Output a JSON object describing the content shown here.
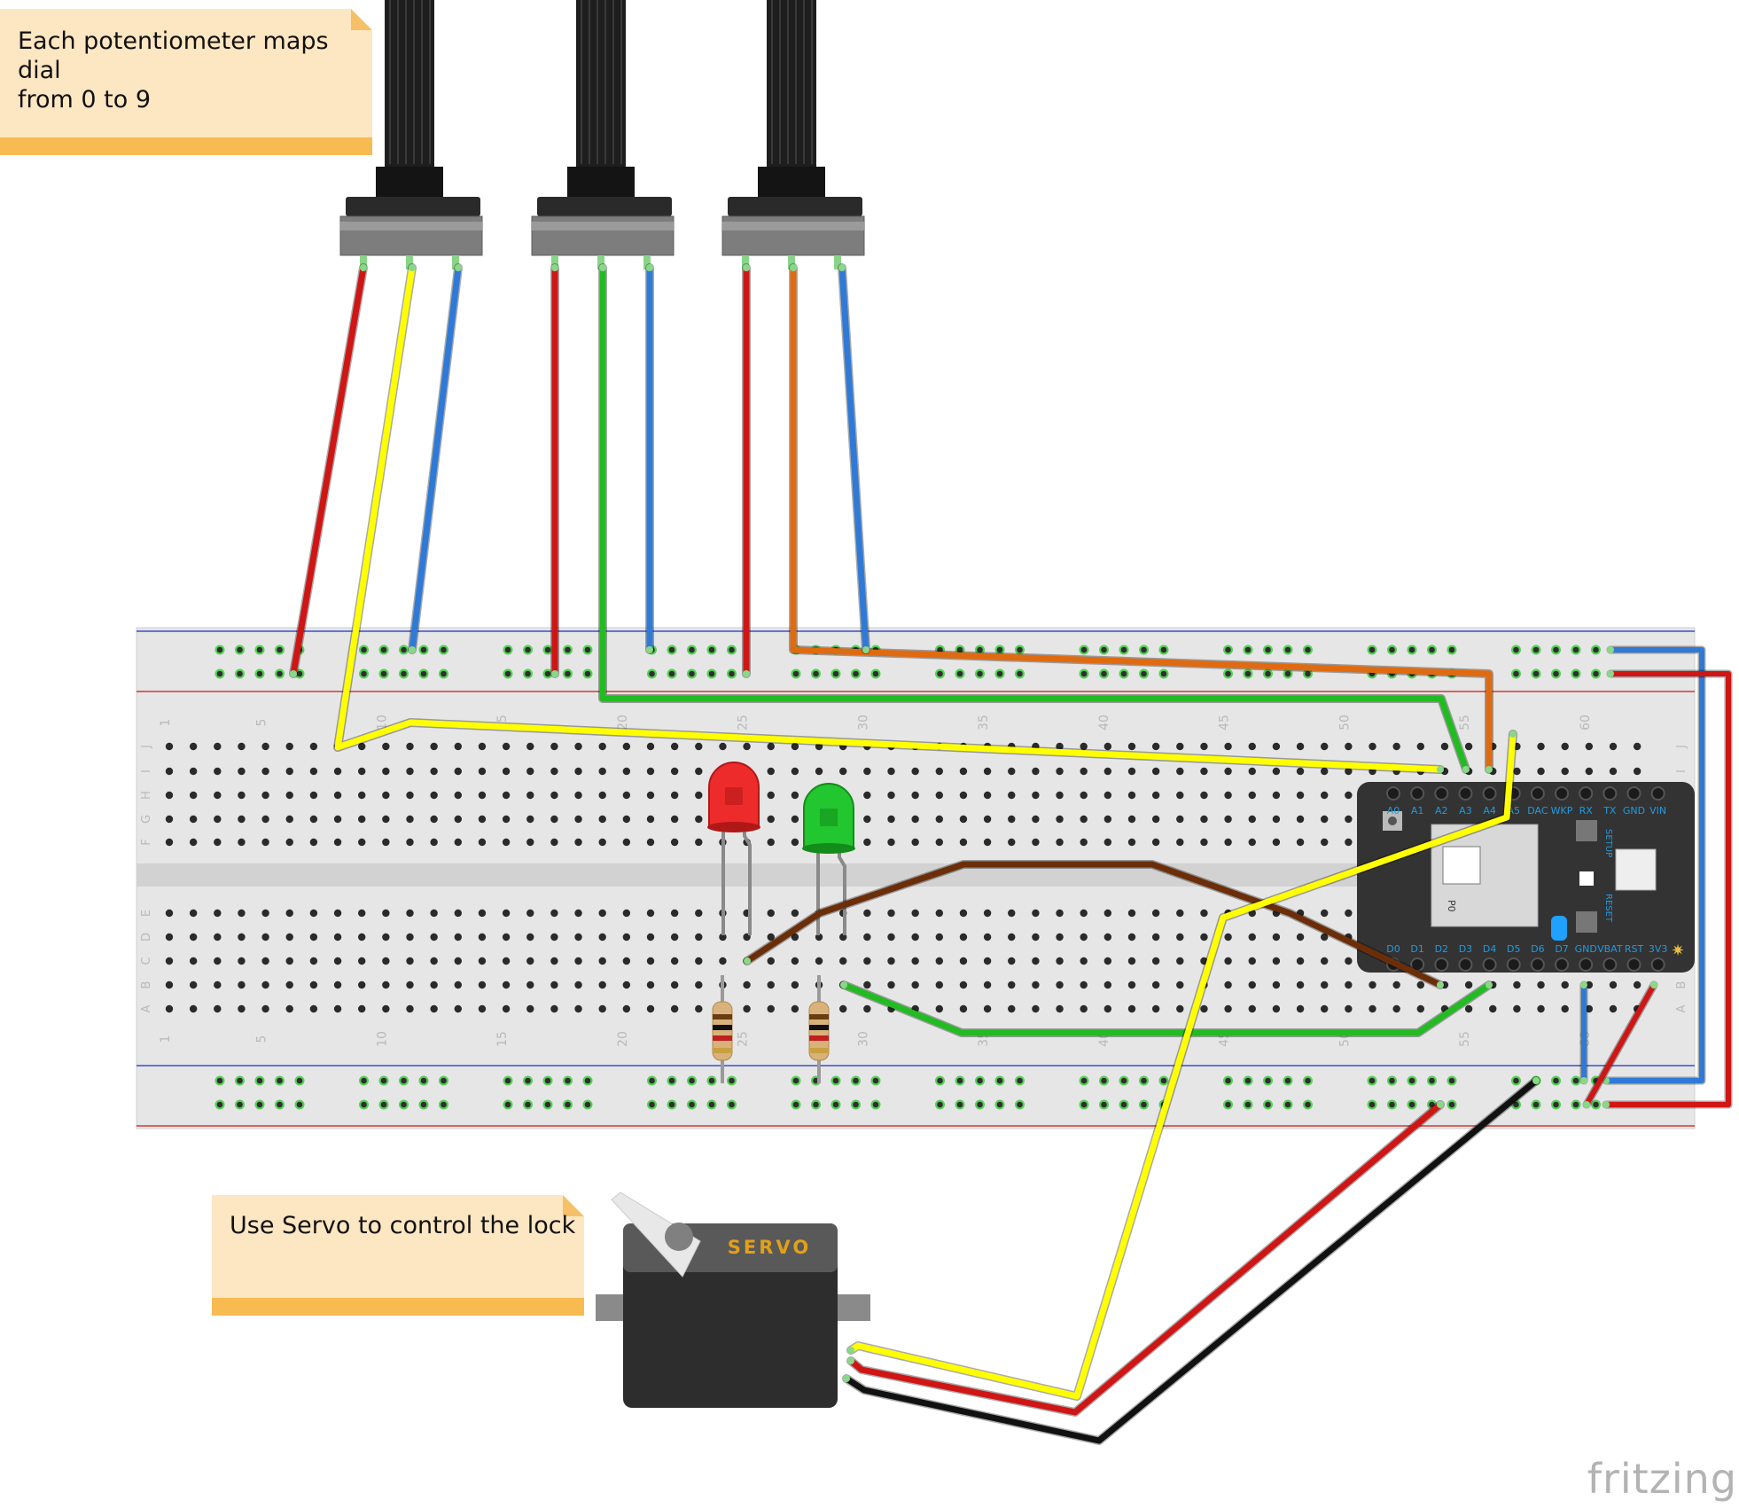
{
  "notes": {
    "potentiometer": "Each potentiometer maps dial\nfrom 0 to 9",
    "servo": "Use Servo to control the lock"
  },
  "breadboard": {
    "row_letters_top": [
      "J",
      "I",
      "H",
      "G",
      "F"
    ],
    "row_letters_bottom": [
      "E",
      "D",
      "C",
      "B",
      "A"
    ],
    "column_numbers": [
      "1",
      "5",
      "10",
      "15",
      "20",
      "25",
      "30",
      "35",
      "40",
      "45",
      "50",
      "55",
      "60"
    ]
  },
  "microcontroller": {
    "top_pins": [
      "A0",
      "A1",
      "A2",
      "A3",
      "A4",
      "A5",
      "DAC",
      "WKP",
      "RX",
      "TX",
      "GND",
      "VIN"
    ],
    "bottom_pins": [
      "D0",
      "D1",
      "D2",
      "D3",
      "D4",
      "D5",
      "D6",
      "D7",
      "GND",
      "VBAT",
      "RST",
      "3V3"
    ],
    "module_label": "P0",
    "button_labels": [
      "SETUP",
      "RESET"
    ]
  },
  "servo": {
    "label": "SERVO"
  },
  "brand": "fritzing",
  "colors": {
    "red": "#d01515",
    "yellow": "#ffff00",
    "blue": "#2f7ad6",
    "green": "#22bb22",
    "orange": "#e06a10",
    "brown": "#6b2e08",
    "black": "#111111",
    "note_bg": "#fde6c2",
    "note_bar": "#f8bb52"
  }
}
